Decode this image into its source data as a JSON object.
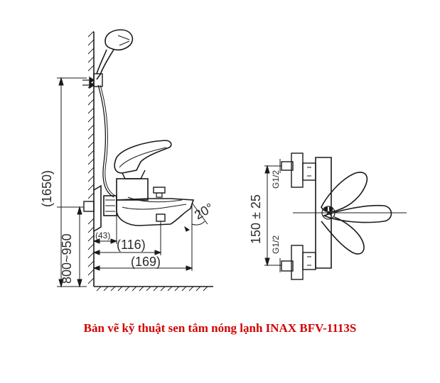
{
  "drawing": {
    "side_view": {
      "dim_total_height": "(1650)",
      "dim_height_range": "800~950",
      "dim_43": "(43)",
      "dim_116": "(116)",
      "dim_169": "(169)",
      "dim_angle": "20°"
    },
    "front_view": {
      "dim_center_distance": "150 ± 25",
      "thread_top": "G1/2",
      "thread_bottom": "G1/2"
    }
  },
  "caption": {
    "text": "Bản vẽ kỹ thuật sen tắm nóng lạnh INAX BFV-1113S",
    "color": "#d40000"
  },
  "colors": {
    "line": "#1a1a1a",
    "background": "#ffffff"
  }
}
